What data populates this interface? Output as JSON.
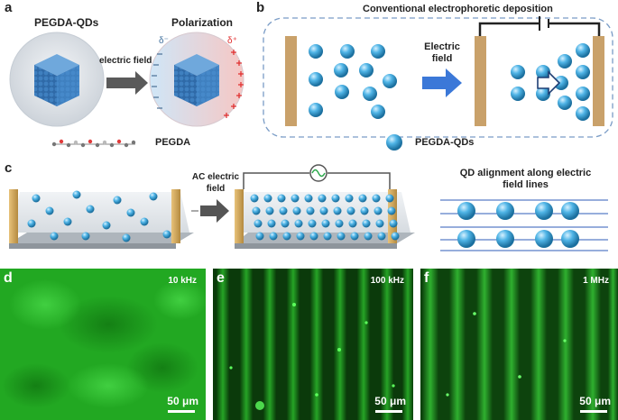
{
  "panels": {
    "a": {
      "letter": "a",
      "left_title": "PEGDA-QDs",
      "right_title": "Polarization",
      "arrow_label": "electric field",
      "delta_minus": "δ⁻",
      "delta_plus": "δ⁺",
      "molecule_label": "PEGDA"
    },
    "b": {
      "letter": "b",
      "title": "Conventional electrophoretic deposition",
      "arrow_label": "Electric field",
      "legend_label": "PEGDA-QDs"
    },
    "c": {
      "letter": "c",
      "arrow_label": "AC electric field",
      "alignment_title": "QD alignment along electric field lines"
    },
    "d": {
      "letter": "d",
      "frequency": "10 kHz",
      "scale_label": "50 μm"
    },
    "e": {
      "letter": "e",
      "frequency": "100 kHz",
      "scale_label": "50 μm"
    },
    "f": {
      "letter": "f",
      "frequency": "1 MHz",
      "scale_label": "50 μm"
    }
  },
  "colors": {
    "qd_blue": "#3a9fd6",
    "electrode": "#c9a16a",
    "arrow_blue": "#3b78d8",
    "arrow_gray": "#555555",
    "fluor_green": "#1faa1f",
    "dashed_border": "#7a9cc6"
  }
}
